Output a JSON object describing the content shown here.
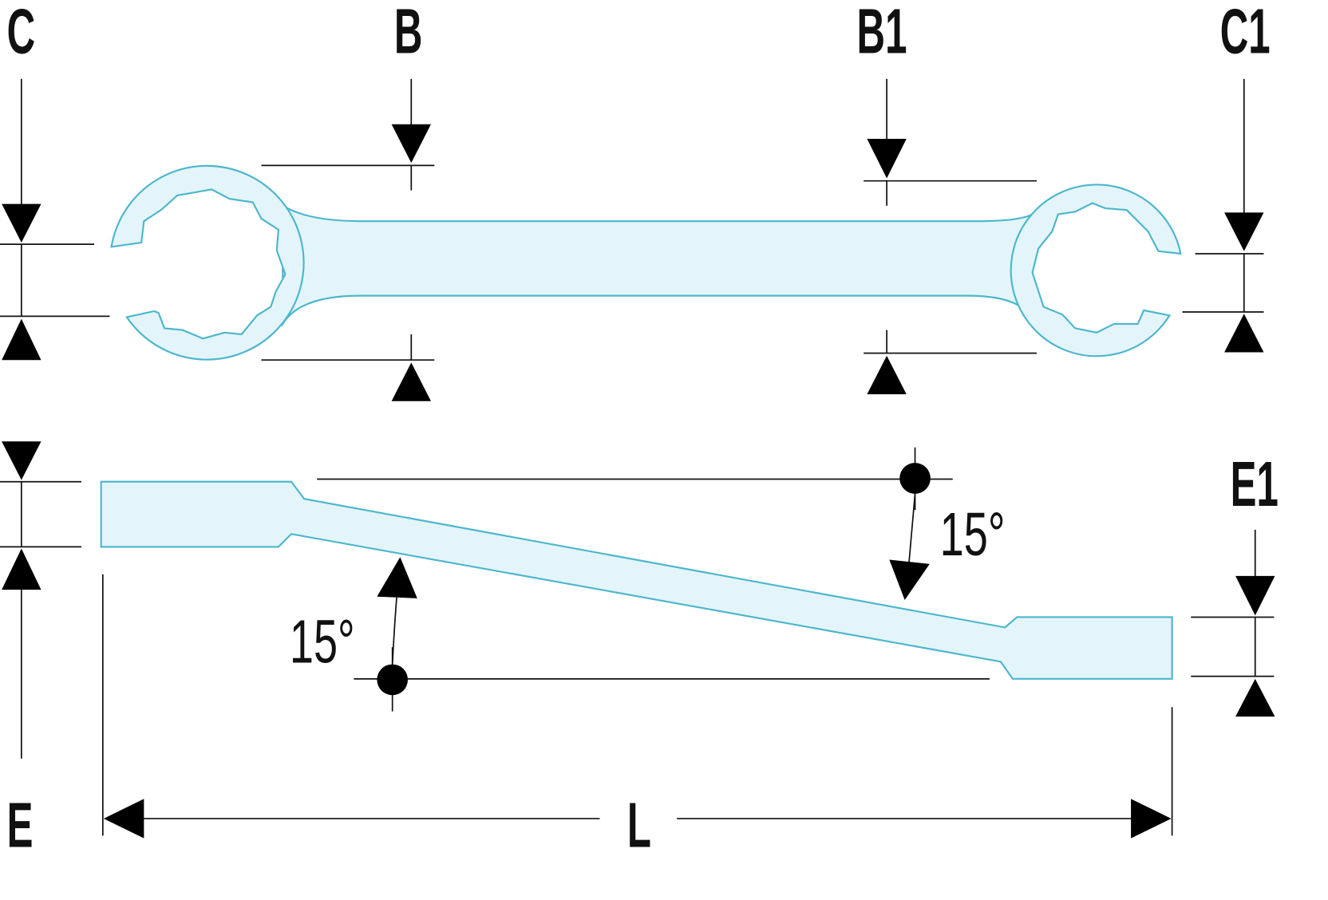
{
  "title": "Flare nut wrench 15° offset dimension drawing",
  "labels": {
    "C": "C",
    "B": "B",
    "B1": "B1",
    "C1": "C1",
    "E": "E",
    "E1": "E1",
    "L": "L",
    "angle_top": "15°",
    "angle_bottom": "15°"
  },
  "colors": {
    "part_fill": "#e3f5fa",
    "part_stroke": "#4cb6cc",
    "lines": "#111111"
  }
}
